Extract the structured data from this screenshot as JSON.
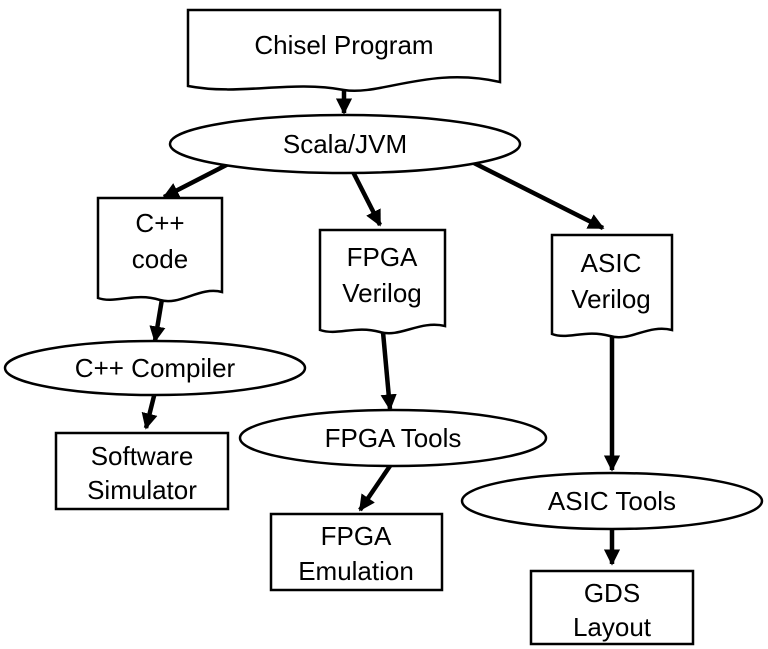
{
  "diagram": {
    "nodes": {
      "chisel_program": "Chisel Program",
      "scala_jvm": "Scala/JVM",
      "cpp_code": [
        "C++",
        "code"
      ],
      "fpga_verilog": [
        "FPGA",
        "Verilog"
      ],
      "asic_verilog": [
        "ASIC",
        "Verilog"
      ],
      "cpp_compiler": "C++ Compiler",
      "fpga_tools": "FPGA Tools",
      "asic_tools": "ASIC Tools",
      "software_simulator": [
        "Software",
        "Simulator"
      ],
      "fpga_emulation": [
        "FPGA",
        "Emulation"
      ],
      "gds_layout": [
        "GDS",
        "Layout"
      ]
    },
    "edges": [
      [
        "chisel_program",
        "scala_jvm"
      ],
      [
        "scala_jvm",
        "cpp_code"
      ],
      [
        "scala_jvm",
        "fpga_verilog"
      ],
      [
        "scala_jvm",
        "asic_verilog"
      ],
      [
        "cpp_code",
        "cpp_compiler"
      ],
      [
        "cpp_compiler",
        "software_simulator"
      ],
      [
        "fpga_verilog",
        "fpga_tools"
      ],
      [
        "fpga_tools",
        "fpga_emulation"
      ],
      [
        "asic_verilog",
        "asic_tools"
      ],
      [
        "asic_tools",
        "gds_layout"
      ]
    ]
  }
}
